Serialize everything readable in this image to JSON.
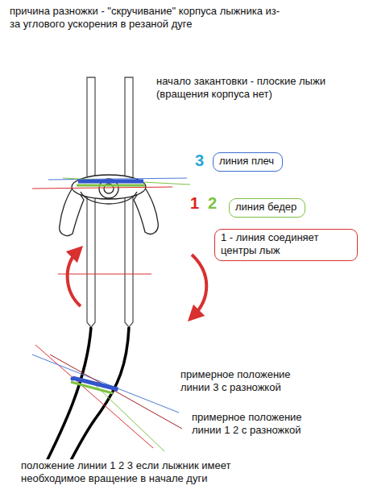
{
  "diagram": {
    "title": "причина разножки - \"скручивание\" корпуса лыжника из-за углового ускорения в резаной дуге",
    "nodes": [
      {
        "text": [
          "линия плеч"
        ]
      },
      {
        "text": [
          "линия бедер"
        ]
      },
      {
        "text": [
          "1 - линия соединяет центры лыж"
        ]
      }
    ],
    "labels": [
      "начало закантовки - плоские лыжи (вращения корпуса нет)",
      "3",
      "1",
      "2",
      "примерное положение линии 3 с разножкой",
      "примерное положение линии 1 2 с разножкой",
      "положение линии 1 2 3 если лыжник имеет необходимое вращение в начале дуги"
    ]
  }
}
